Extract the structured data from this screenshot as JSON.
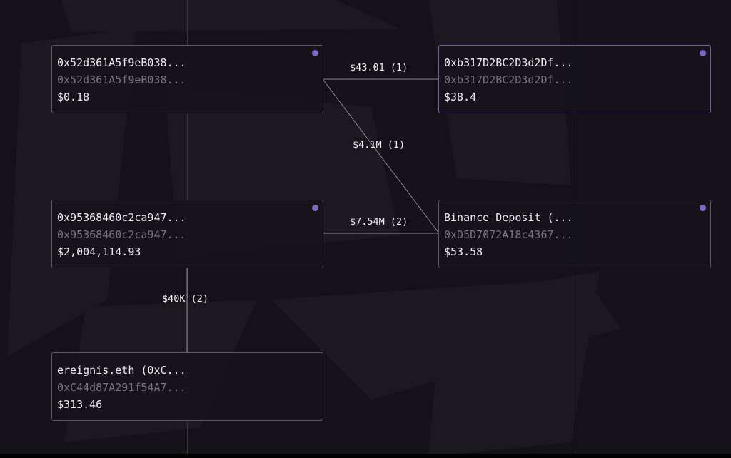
{
  "nodes": [
    {
      "title": "0x52d361A5f9eB038...",
      "address": "0x52d361A5f9eB038...",
      "value": "$0.18"
    },
    {
      "title": "0xb317D2BC2D3d2Df...",
      "address": "0xb317D2BC2D3d2Df...",
      "value": "$38.4"
    },
    {
      "title": "0x95368460c2ca947...",
      "address": "0x95368460c2ca947...",
      "value": "$2,004,114.93"
    },
    {
      "title": "Binance Deposit (...",
      "address": "0xD5D7072A18c4367...",
      "value": "$53.58"
    },
    {
      "title": "ereignis.eth (0xC...",
      "address": "0xC44d87A291f54A7...",
      "value": "$313.46"
    }
  ],
  "edges": [
    {
      "label": "$43.01 (1)"
    },
    {
      "label": "$4.1M (1)"
    },
    {
      "label": "$7.54M (2)"
    },
    {
      "label": "$40K (2)"
    }
  ],
  "colors": {
    "background": "#141118",
    "node_border": "#5c5862",
    "selected_border": "#6f5fa8",
    "dot": "#7e68c6"
  }
}
